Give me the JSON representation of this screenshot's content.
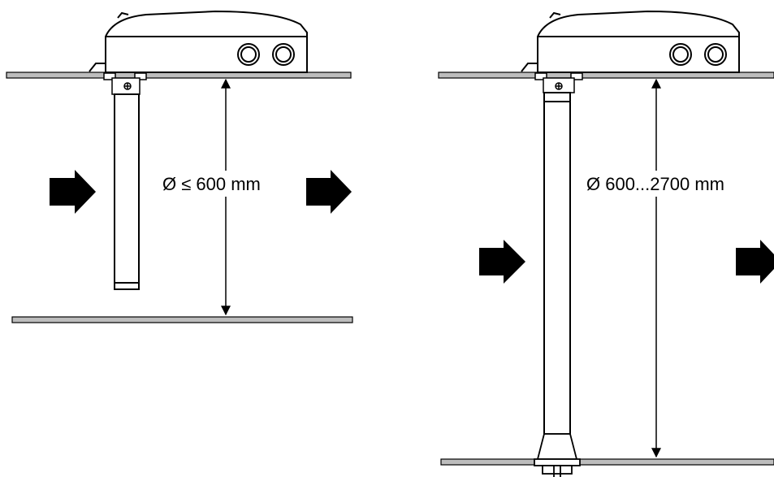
{
  "diagrams": [
    {
      "id": "short-probe",
      "dimension_label": "Ø ≤ 600 mm"
    },
    {
      "id": "long-probe",
      "dimension_label": "Ø 600...2700 mm"
    }
  ],
  "colors": {
    "line": "#000000",
    "duct_wall": "#bdbdbd",
    "arrow": "#000000",
    "background": "#ffffff"
  },
  "icons": {
    "flow_arrow": "flow-arrow-icon",
    "cable_gland": "cable-gland-icon"
  }
}
